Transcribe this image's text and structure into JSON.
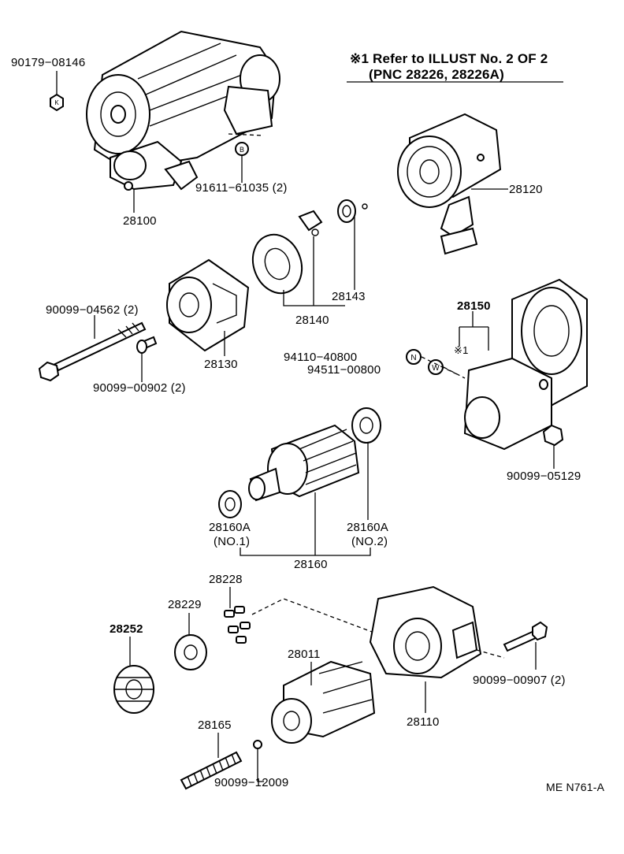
{
  "note": {
    "line1": "※1 Refer to ILLUST No. 2 OF 2",
    "line2": "(PNC 28226, 28226A)"
  },
  "circle_letters": {
    "k": "K",
    "b": "B",
    "n": "N",
    "w": "W"
  },
  "parts": {
    "p90179_08146": "90179−08146",
    "p28100": "28100",
    "p91611_61035": "91611−61035 (2)",
    "p28120": "28120",
    "p28143": "28143",
    "p28140": "28140",
    "p90099_04562": "90099−04562 (2)",
    "p28130": "28130",
    "p90099_00902": "90099−00902 (2)",
    "p28150": "28150",
    "p_note1": "※1",
    "p94110_40800": "94110−40800",
    "p94511_00800": "94511−00800",
    "p90099_05129": "90099−05129",
    "p28160A_1": "28160A",
    "p28160A_1_sub": "(NO.1)",
    "p28160A_2": "28160A",
    "p28160A_2_sub": "(NO.2)",
    "p28160": "28160",
    "p28228": "28228",
    "p28229": "28229",
    "p28252": "28252",
    "p28011": "28011",
    "p90099_00907": "90099−00907 (2)",
    "p28110": "28110",
    "p28165": "28165",
    "p90099_12009": "90099−12009"
  },
  "diagram_code": "ME N761-A"
}
